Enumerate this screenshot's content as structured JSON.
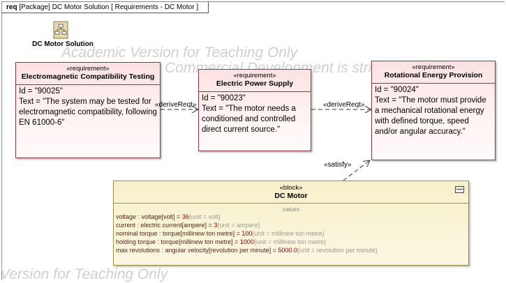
{
  "frame": {
    "keyword": "req",
    "title": " [Package] DC Motor Solution [ Requirements - DC Motor ]"
  },
  "watermarks": [
    "Academic Version for Teaching Only",
    "Commercial Development is strictly Prohibited",
    "Version for Teaching Only"
  ],
  "package": {
    "name": "DC Motor Solution"
  },
  "requirements": [
    {
      "stereotype": "«requirement»",
      "name": "Electromagnetic Compatibility Testing",
      "id": "Id = \"90025\"",
      "text": "Text = \"The system may be tested for electromagnetic compatibility, following EN 61000-6\""
    },
    {
      "stereotype": "«requirement»",
      "name": "Electric Power Supply",
      "id": "Id = \"90023\"",
      "text": "Text = \"The motor needs a conditioned and controlled direct current source.\""
    },
    {
      "stereotype": "«requirement»",
      "name": "Rotational Energy Provision",
      "id": "Id = \"90024\"",
      "text": "Text = \"The motor must provide a mechanical rotational energy with defined torque, speed and/or angular accuracy.\""
    }
  ],
  "relations": {
    "derive_1": "«deriveReqt»",
    "derive_2": "«deriveReqt»",
    "satisfy": "«satisfy»"
  },
  "block": {
    "stereotype": "«block»",
    "name": "DC Motor",
    "compartment": "values",
    "values": [
      {
        "prop": "voltage : voltage[volt] = ",
        "val": "36",
        "unit": "{unit = volt}"
      },
      {
        "prop": "current : electric current[ampere] = ",
        "val": "3",
        "unit": "{unit = ampere}"
      },
      {
        "prop": "nominal torque : torque[millinew ton metre] = ",
        "val": "100",
        "unit": "{unit = millinew ton metre}"
      },
      {
        "prop": "holding torque : torque[millinew ton metre] = ",
        "val": "1000",
        "unit": "{unit = millinew ton metre}"
      },
      {
        "prop": "max revolutions : angular velocity[revolution per minute] = ",
        "val": "5000.0",
        "unit": "{unit = revolution per minute}"
      }
    ]
  }
}
